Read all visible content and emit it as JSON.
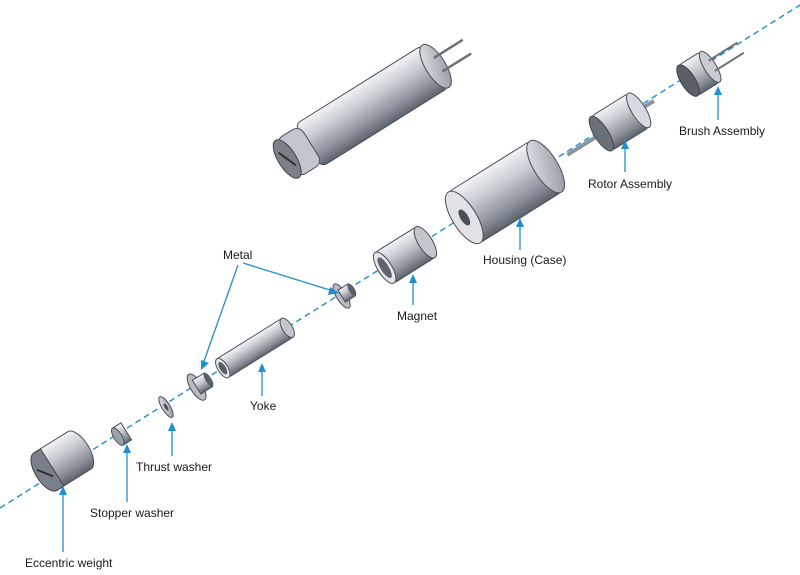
{
  "colors": {
    "axis": "#1f8fd0",
    "metal_light": "#d9dce0",
    "metal_mid": "#9aa0a8",
    "metal_dark": "#4a4f57",
    "text": "#1a1a1a"
  },
  "labels": {
    "eccentric_weight": "Eccentric weight",
    "stopper_washer": "Stopper washer",
    "thrust_washer": "Thrust washer",
    "metal": "Metal",
    "yoke": "Yoke",
    "magnet": "Magnet",
    "housing": "Housing (Case)",
    "rotor_assembly": "Rotor Assembly",
    "brush_assembly": "Brush Assembly"
  }
}
